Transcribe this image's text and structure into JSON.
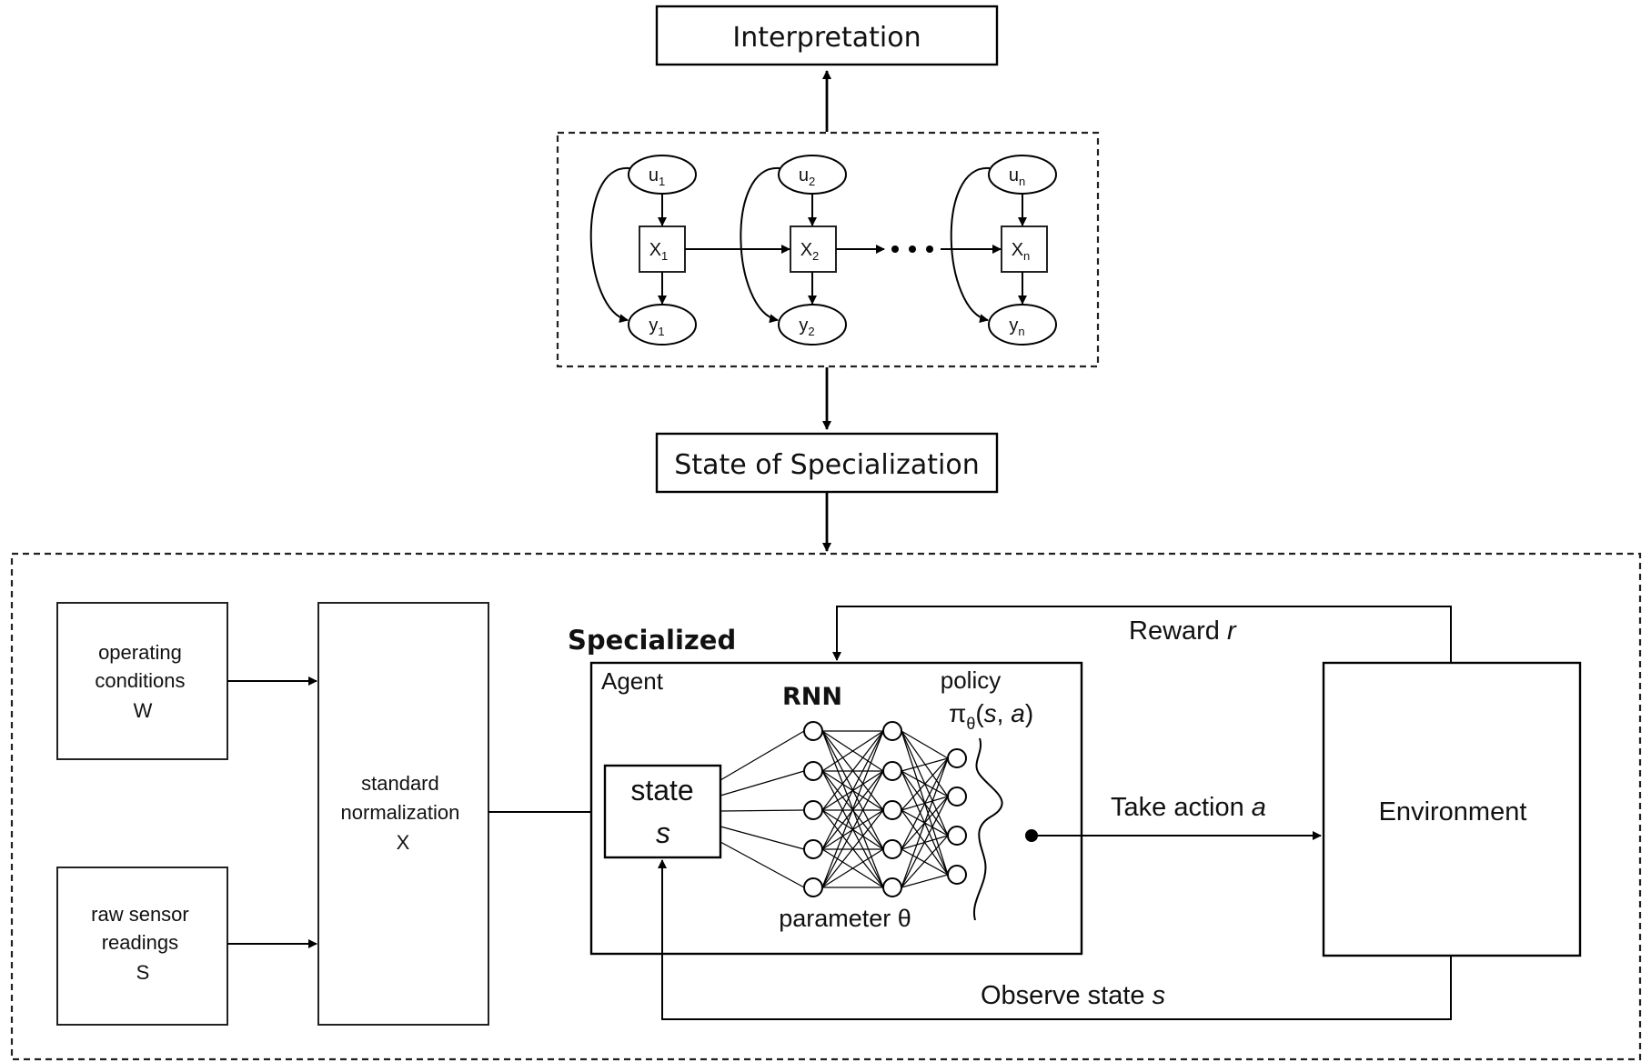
{
  "top": {
    "interpretation": "Interpretation",
    "state_of_specialization": "State of Specialization"
  },
  "graph": {
    "u_nodes": [
      {
        "base": "u",
        "sub": "1"
      },
      {
        "base": "u",
        "sub": "2"
      },
      {
        "base": "u",
        "sub": "n"
      }
    ],
    "x_nodes": [
      {
        "base": "X",
        "sub": "1"
      },
      {
        "base": "X",
        "sub": "2"
      },
      {
        "base": "X",
        "sub": "n"
      }
    ],
    "y_nodes": [
      {
        "base": "y",
        "sub": "1"
      },
      {
        "base": "y",
        "sub": "2"
      },
      {
        "base": "y",
        "sub": "n"
      }
    ]
  },
  "inputs": {
    "operating": [
      "operating",
      "conditions",
      "W"
    ],
    "raw": [
      "raw sensor",
      "readings",
      "S"
    ],
    "normalization": [
      "standard",
      "normalization",
      "X"
    ]
  },
  "agent": {
    "specialized": "Specialized",
    "agent": "Agent",
    "rnn": "RNN",
    "state": "state",
    "state_symbol": "s",
    "policy": "policy",
    "policy_pi": "π",
    "policy_sub": "θ",
    "policy_args_open": "(",
    "policy_s": "s",
    "policy_comma": ", ",
    "policy_a": "a",
    "policy_args_close": ")",
    "parameter": "parameter θ"
  },
  "loop": {
    "reward": "Reward",
    "reward_symbol": "r",
    "take_action": "Take action",
    "take_action_symbol": "a",
    "environment": "Environment",
    "observe": "Observe state",
    "observe_symbol": "s"
  },
  "nn_layers": [
    5,
    5,
    4
  ]
}
